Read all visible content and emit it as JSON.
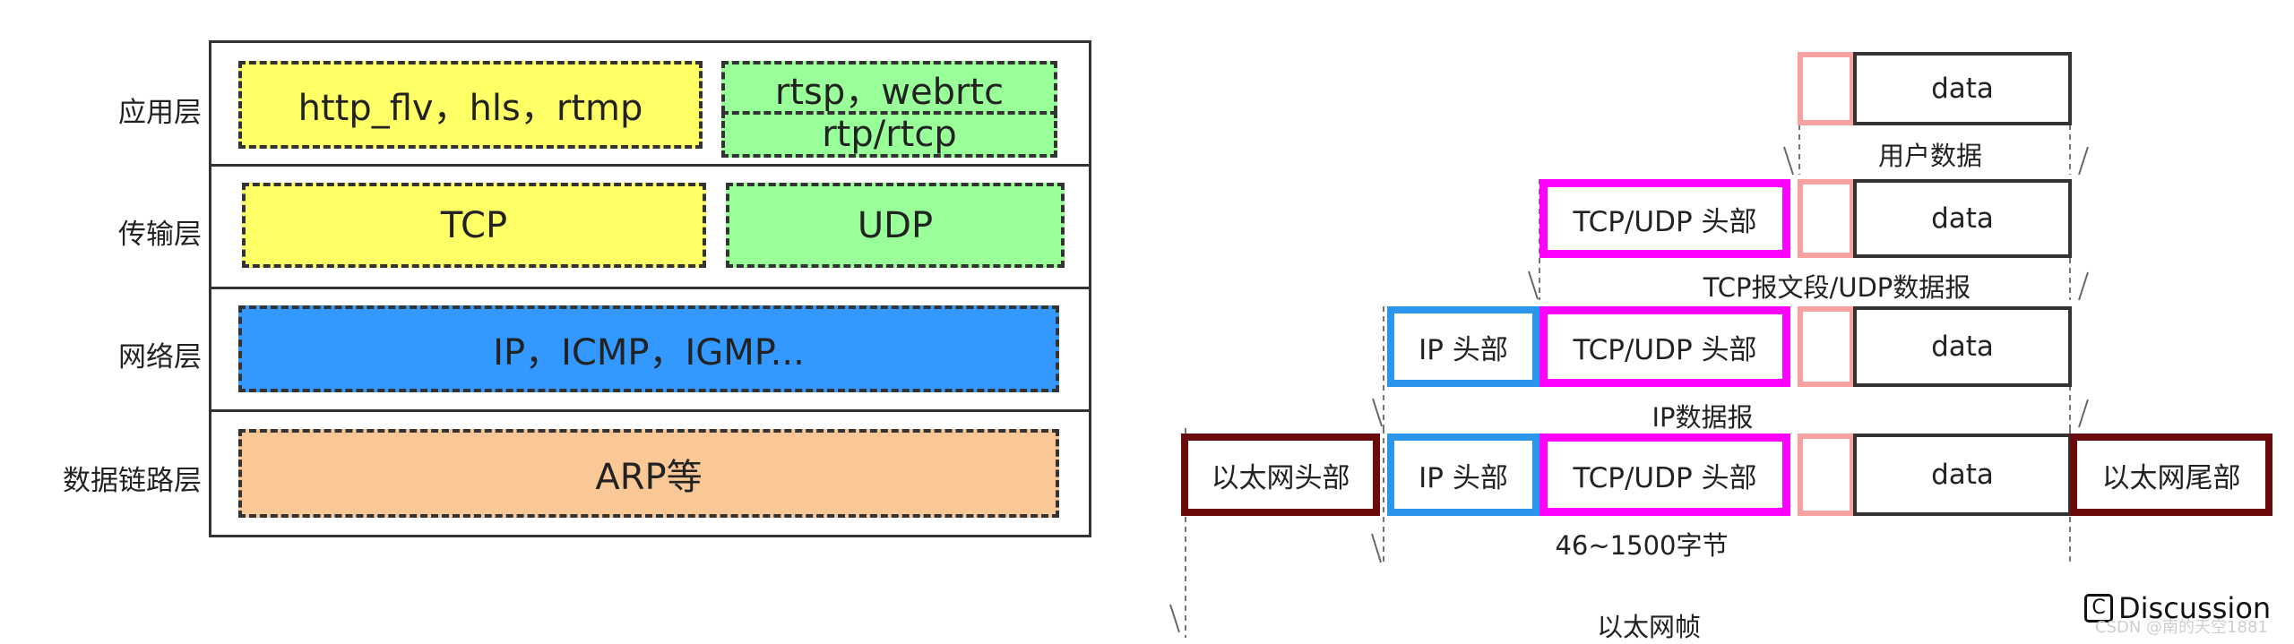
{
  "stack": {
    "layers": [
      {
        "label": "应用层",
        "boxes": [
          "http_flv，hls，rtmp",
          "rtsp，webrtc",
          "rtp/rtcp"
        ]
      },
      {
        "label": "传输层",
        "boxes": [
          "TCP",
          "UDP"
        ]
      },
      {
        "label": "网络层",
        "boxes": [
          "IP，ICMP，IGMP..."
        ]
      },
      {
        "label": "数据链路层",
        "boxes": [
          "ARP等"
        ]
      }
    ]
  },
  "encap": {
    "rows": [
      {
        "caption": "用户数据",
        "data": "data"
      },
      {
        "caption": "TCP报文段/UDP数据报",
        "tcp_udp": "TCP/UDP 头部",
        "data": "data"
      },
      {
        "caption": "IP数据报",
        "ip": "IP 头部",
        "tcp_udp": "TCP/UDP 头部",
        "data": "data"
      },
      {
        "caption": "46~1500字节",
        "eth_head": "以太网头部",
        "ip": "IP 头部",
        "tcp_udp": "TCP/UDP 头部",
        "data": "data",
        "eth_tail": "以太网尾部"
      }
    ],
    "frame_caption": "以太网帧",
    "colors": {
      "pink": "#f7a1a1",
      "magenta": "#ff00ff",
      "blue": "#2b95ec",
      "maroon": "#6b0a0a"
    }
  },
  "footer": {
    "discussion": "Discussion",
    "watermark": "CSDN @南的天空1881"
  }
}
